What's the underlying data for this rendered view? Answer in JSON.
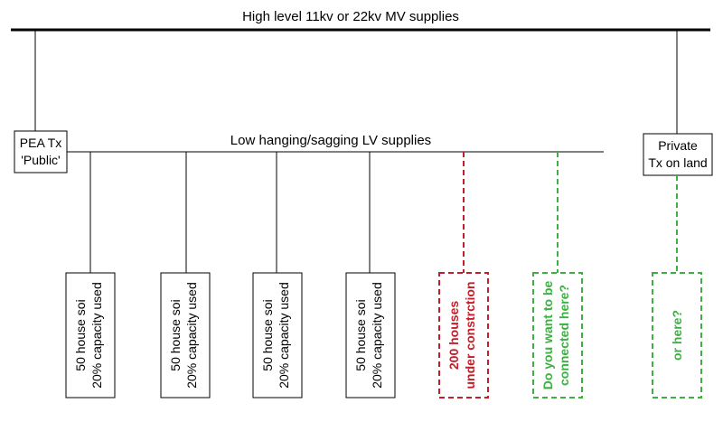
{
  "mv_supply": {
    "label": "High level 11kv or 22kv MV supplies"
  },
  "lv_supply": {
    "label": "Low hanging/sagging LV supplies"
  },
  "transformers": {
    "public": {
      "line1": "PEA Tx",
      "line2": "'Public'"
    },
    "private": {
      "line1": "Private",
      "line2": "Tx on land"
    }
  },
  "loads": [
    {
      "line1": "50 house  soi",
      "line2": "20% capacity used"
    },
    {
      "line1": "50 house  soi",
      "line2": "20% capacity used"
    },
    {
      "line1": "50 house  soi",
      "line2": "20% capacity used"
    },
    {
      "line1": "50 house  soi",
      "line2": "20% capacity used"
    }
  ],
  "proposed": {
    "construction": {
      "line1": "200 houses",
      "line2": "under constrction"
    },
    "connect_here": {
      "line1": "Do you want to be",
      "line2": "connected here?"
    },
    "or_here": {
      "line1": "or here?"
    }
  },
  "colors": {
    "line": "#000000",
    "construction": "#c0202a",
    "proposal": "#3cb043"
  }
}
